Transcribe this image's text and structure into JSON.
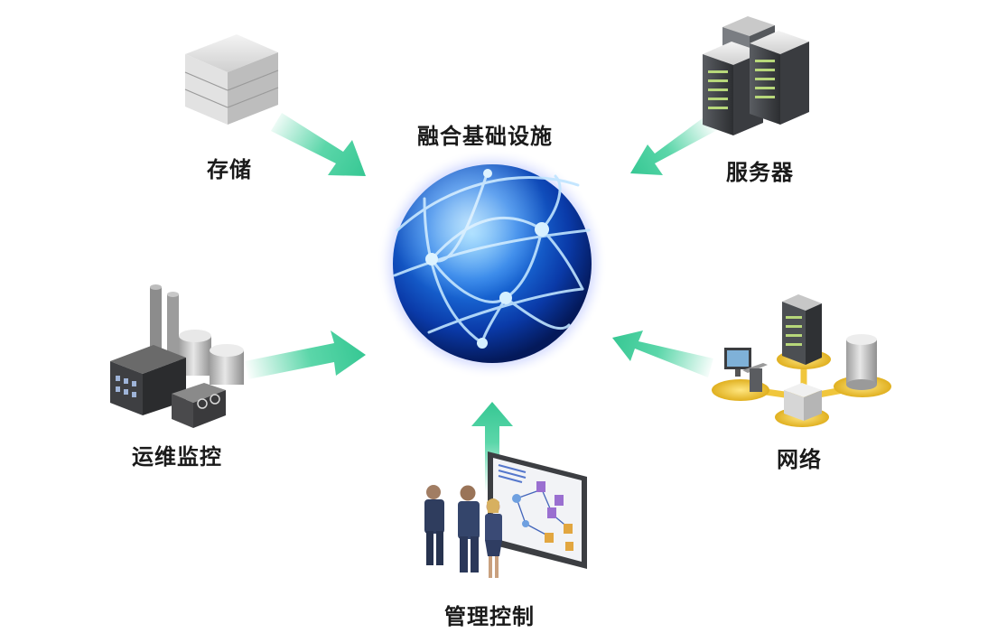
{
  "diagram": {
    "center": {
      "title": "融合基础设施",
      "icon": "globe-network-icon"
    },
    "nodes": [
      {
        "id": "storage",
        "label": "存储",
        "icon": "storage-icon"
      },
      {
        "id": "server",
        "label": "服务器",
        "icon": "server-rack-icon"
      },
      {
        "id": "ops",
        "label": "运维监控",
        "icon": "factory-icon"
      },
      {
        "id": "network",
        "label": "网络",
        "icon": "network-topology-icon"
      },
      {
        "id": "management",
        "label": "管理控制",
        "icon": "management-board-icon"
      }
    ],
    "colors": {
      "arrow": "#3ecf9a",
      "globe": "#1560d8",
      "text": "#1a1a1a"
    }
  }
}
